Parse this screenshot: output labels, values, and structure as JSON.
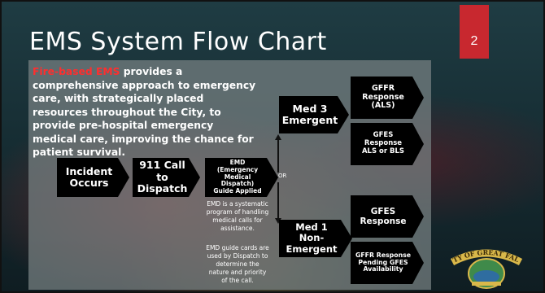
{
  "slide": {
    "title": "EMS System Flow Chart",
    "page_number": "2",
    "intro_highlight": "Fire-based EMS",
    "intro_rest": " provides a comprehensive approach to emergency care, with strategically placed resources throughout the City, to provide pre-hospital emergency medical care, improving the chance for patient survival."
  },
  "flow": {
    "incident": "Incident\nOccurs",
    "call911": "911 Call to\nDispatch",
    "emd": "EMD\n(Emergency\nMedical\nDispatch)\nGuide Applied",
    "or_label": "OR",
    "med3": "Med 3\nEmergent",
    "med1": "Med 1\nNon-Emergent",
    "gffr_als": "GFFR\nResponse\n(ALS)",
    "gfes_als_bls": "GFES\nResponse\nALS or BLS",
    "gfes_response": "GFES\nResponse",
    "gffr_pending": "GFFR Response\nPending GFES\nAvailability"
  },
  "notes": {
    "emd_def": "EMD is a systematic program of handling medical calls for assistance.",
    "emd_cards": "EMD guide cards are used by Dispatch to determine the nature and priority of the call."
  },
  "logo": {
    "text": "CITY OF GREAT FALLS"
  },
  "colors": {
    "accent": "#c8282f",
    "highlight": "#ff2e2e"
  }
}
